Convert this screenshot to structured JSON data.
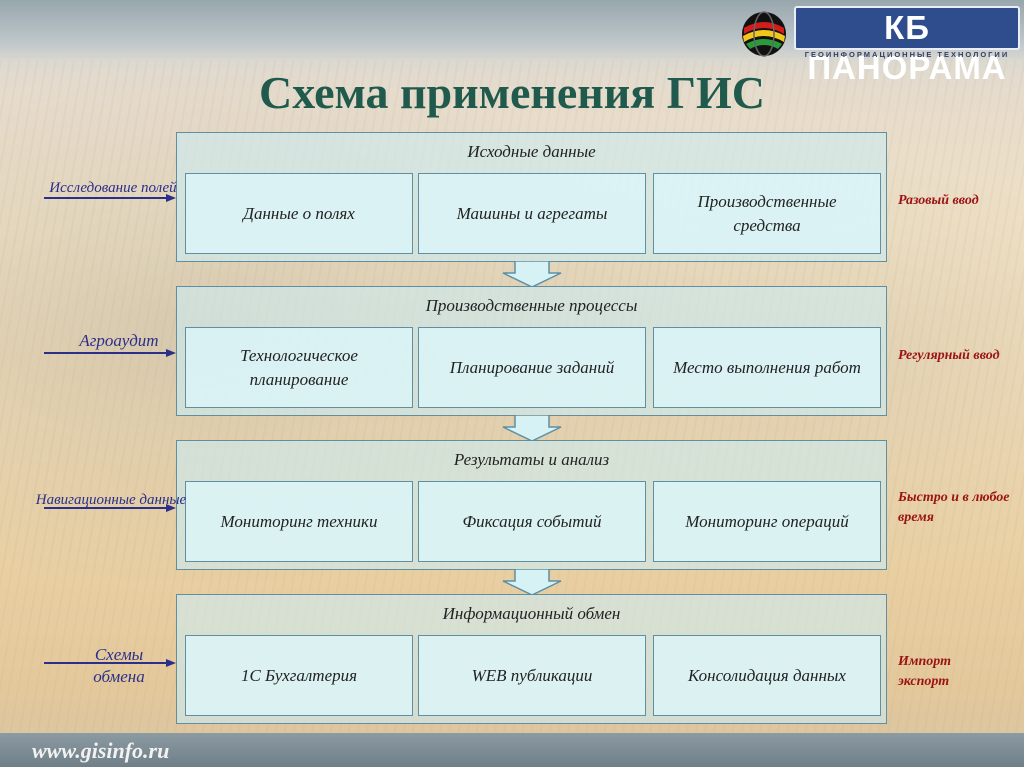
{
  "title": "Схема применения ГИС",
  "logo": {
    "name": "КБ ПАНОРАМА",
    "tagline": "ГЕОИНФОРМАЦИОННЫЕ ТЕХНОЛОГИИ"
  },
  "footer": {
    "url": "www.gisinfo.ru"
  },
  "groups": [
    {
      "title": "Исходные данные",
      "cells": [
        "Данные о полях",
        "Машины и агрегаты",
        "Производственные средства"
      ],
      "left_label": "Исследование полей",
      "right_label": "Разовый ввод"
    },
    {
      "title": "Производственные процессы",
      "cells": [
        "Технологическое планирование",
        "Планирование заданий",
        "Место выполнения работ"
      ],
      "left_label": "Агроаудит",
      "right_label": "Регулярный ввод"
    },
    {
      "title": "Результаты и анализ",
      "cells": [
        "Мониторинг техники",
        "Фиксация событий",
        "Мониторинг операций"
      ],
      "left_label": "Навигационные данные",
      "right_label": "Быстро и в любое время"
    },
    {
      "title": "Информационный обмен",
      "cells": [
        "1С Бухгалтерия",
        "WEB публикации",
        "Консолидация данных"
      ],
      "left_label": "Схемы обмена",
      "right_label": "Импорт экспорт"
    }
  ],
  "colors": {
    "title": "#1f5a4c",
    "left_label": "#2b2f8a",
    "right_label": "#9b1313",
    "box_border": "#5f8fa3",
    "logo": "#2f4d8c"
  }
}
